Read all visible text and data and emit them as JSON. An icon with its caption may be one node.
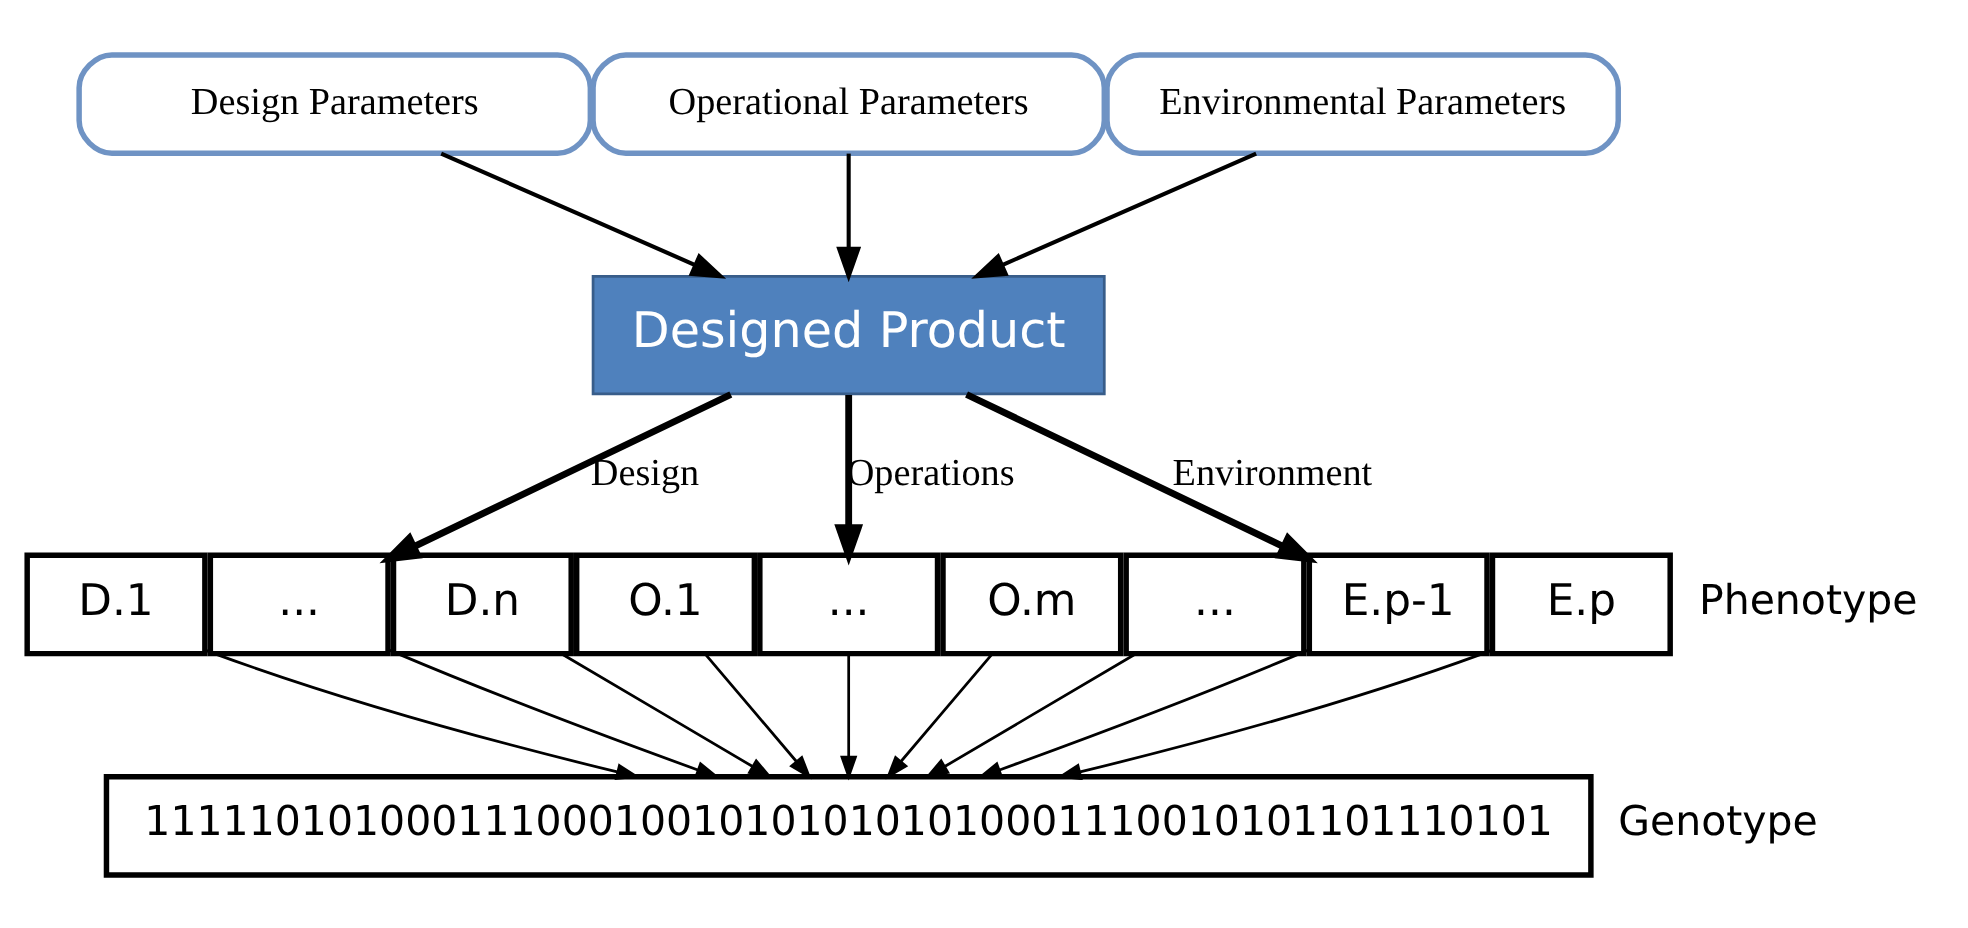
{
  "diagram": {
    "nodes": [
      {
        "text": [
          "Design Parameters"
        ]
      },
      {
        "text": [
          "Operational Parameters"
        ]
      },
      {
        "text": [
          "Environmental Parameters"
        ]
      },
      {
        "text": [
          "Designed Product"
        ]
      },
      {
        "text": [
          "D.1"
        ]
      },
      {
        "text": [
          "..."
        ]
      },
      {
        "text": [
          "D.n"
        ]
      },
      {
        "text": [
          "O.1"
        ]
      },
      {
        "text": [
          "..."
        ]
      },
      {
        "text": [
          "O.m"
        ]
      },
      {
        "text": [
          "..."
        ]
      },
      {
        "text": [
          "E.p-1"
        ]
      },
      {
        "text": [
          "E.p"
        ]
      },
      {
        "text": [
          "111110101000111000100101010101010001110010101101110101"
        ],
        "beside": [
          "Genotype"
        ]
      }
    ],
    "edges": [
      {
        "from": 0,
        "to": 3,
        "arrow": "to"
      },
      {
        "from": 1,
        "to": 3,
        "arrow": "to"
      },
      {
        "from": 2,
        "to": 3,
        "arrow": "to"
      },
      {
        "from": 3,
        "to": 5,
        "arrow": "to",
        "label": "Design",
        "style": "thick"
      },
      {
        "from": 3,
        "to": 8,
        "arrow": "to",
        "label": "Operations",
        "style": "thick"
      },
      {
        "from": 3,
        "to": 11,
        "arrow": "to",
        "label": "Environment",
        "style": "thick"
      },
      {
        "from": 4,
        "to": 13,
        "arrow": "to"
      },
      {
        "from": 5,
        "to": 13,
        "arrow": "to"
      },
      {
        "from": 6,
        "to": 13,
        "arrow": "to"
      },
      {
        "from": 7,
        "to": 13,
        "arrow": "to"
      },
      {
        "from": 8,
        "to": 13,
        "arrow": "to"
      },
      {
        "from": 9,
        "to": 13,
        "arrow": "to"
      },
      {
        "from": 10,
        "to": 13,
        "arrow": "to"
      },
      {
        "from": 11,
        "to": 13,
        "arrow": "to"
      },
      {
        "from": 12,
        "to": 13,
        "arrow": "to"
      }
    ],
    "labels": [
      "Phenotype"
    ]
  }
}
